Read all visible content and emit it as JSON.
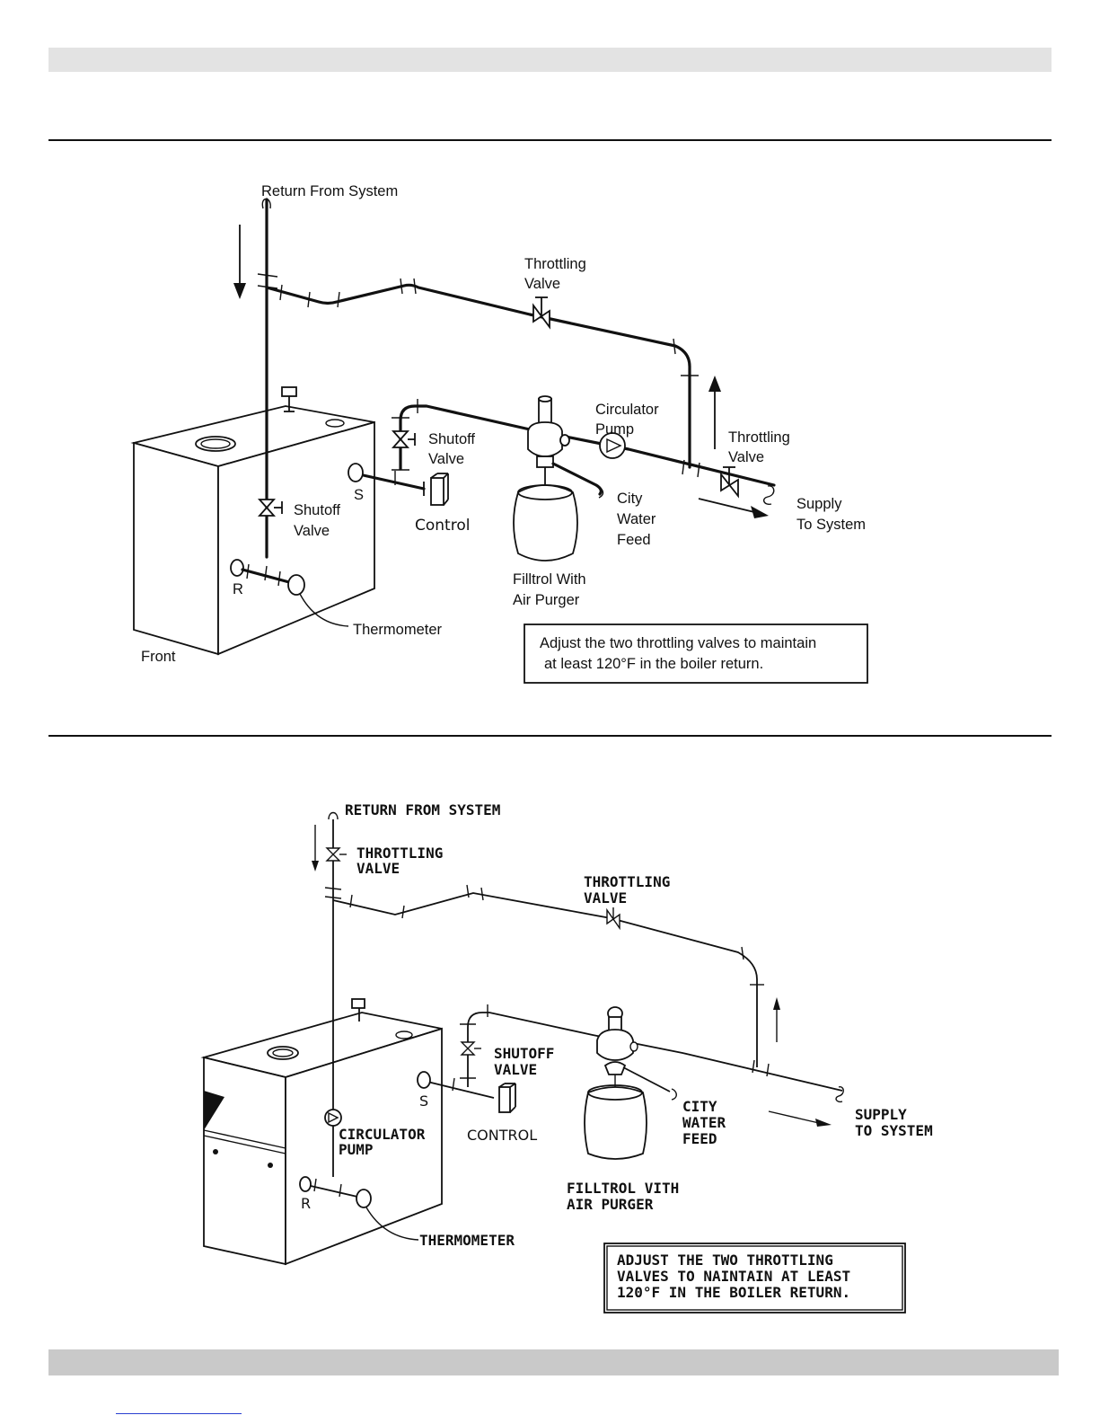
{
  "diagram1": {
    "return_label": "Return From System",
    "throttling_top": [
      "Throttling",
      "Valve"
    ],
    "circulator": [
      "Circulator",
      "Pump"
    ],
    "shutoff_right": [
      "Shutoff",
      "Valve"
    ],
    "throttling_right": [
      "Throttling",
      "Valve"
    ],
    "shutoff_left": [
      "Shutoff",
      "Valve"
    ],
    "s_label": "S",
    "r_label": "R",
    "control": "Control",
    "city_water": [
      "City",
      "Water",
      "Feed"
    ],
    "supply": [
      "Supply",
      "To System"
    ],
    "filltrol": [
      "Filltrol With",
      "Air Purger"
    ],
    "thermometer": "Thermometer",
    "front": "Front",
    "note": [
      "Adjust the two throttling valves to maintain",
      "at least 120°F in the boiler return."
    ]
  },
  "diagram2": {
    "return_label": "RETURN FROM SYSTEM",
    "throttling_left": [
      "THROTTLING",
      "VALVE"
    ],
    "throttling_top": [
      "THROTTLING",
      "VALVE"
    ],
    "shutoff": [
      "SHUTOFF",
      "VALVE"
    ],
    "s_label": "S",
    "r_label": "R",
    "control": "CONTROL",
    "circulator": [
      "CIRCULATOR",
      "PUMP"
    ],
    "city_water": [
      "CITY",
      "WATER",
      "FEED"
    ],
    "supply": [
      "SUPPLY",
      "TO SYSTEM"
    ],
    "filltrol": [
      "FILLTROL VITH",
      "AIR PURGER"
    ],
    "thermometer": "THERMOMETER",
    "note": [
      "ADJUST THE TWO THROTTLING",
      "VALVES TO NAINTAIN AT LEAST",
      "120°F IN THE BOILER RETURN."
    ]
  }
}
